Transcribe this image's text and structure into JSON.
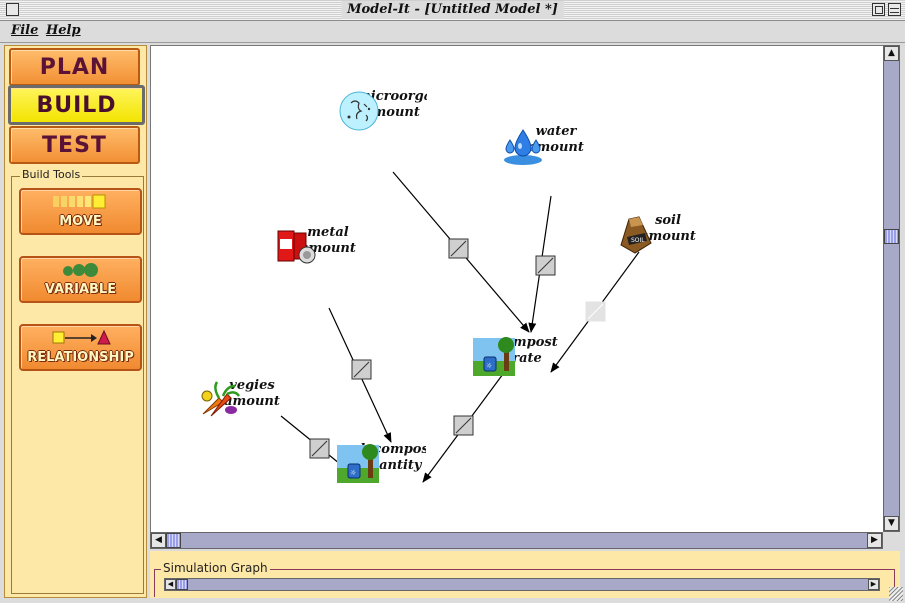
{
  "window": {
    "title": "Model-It - [Untitled Model *]"
  },
  "menu": {
    "file": "File",
    "help": "Help"
  },
  "modes": {
    "plan": "PLAN",
    "build": "BUILD",
    "test": "TEST",
    "active": "BUILD"
  },
  "build_tools": {
    "title": "Build Tools",
    "move": "MOVE",
    "variable": "VARIABLE",
    "relationship": "RELATIONSHIP"
  },
  "nodes": {
    "microorganisms": {
      "name": "microorganisms",
      "attr": "amount",
      "icon": "microorganism-icon"
    },
    "water": {
      "name": "water",
      "attr": "amount",
      "icon": "water-drops-icon"
    },
    "soil": {
      "name": "soil",
      "attr": "amount",
      "icon": "soil-bag-icon"
    },
    "metal": {
      "name": "metal",
      "attr": "amount",
      "icon": "metal-cans-icon"
    },
    "compost_rate": {
      "name": "compost",
      "attr": "rate",
      "icon": "compost-scene-icon"
    },
    "vegies": {
      "name": "vegies",
      "attr": "amount",
      "icon": "vegetables-icon"
    },
    "decomposition": {
      "name": "decomposition",
      "attr": "quantity",
      "icon": "compost-scene-icon"
    }
  },
  "simulation": {
    "title": "Simulation Graph"
  },
  "colors": {
    "panel": "#fee8a8",
    "mode_button": "#f29035",
    "mode_active": "#f2e400",
    "tool_button": "#f08a30",
    "scrollbar": "#a8a8c8"
  }
}
